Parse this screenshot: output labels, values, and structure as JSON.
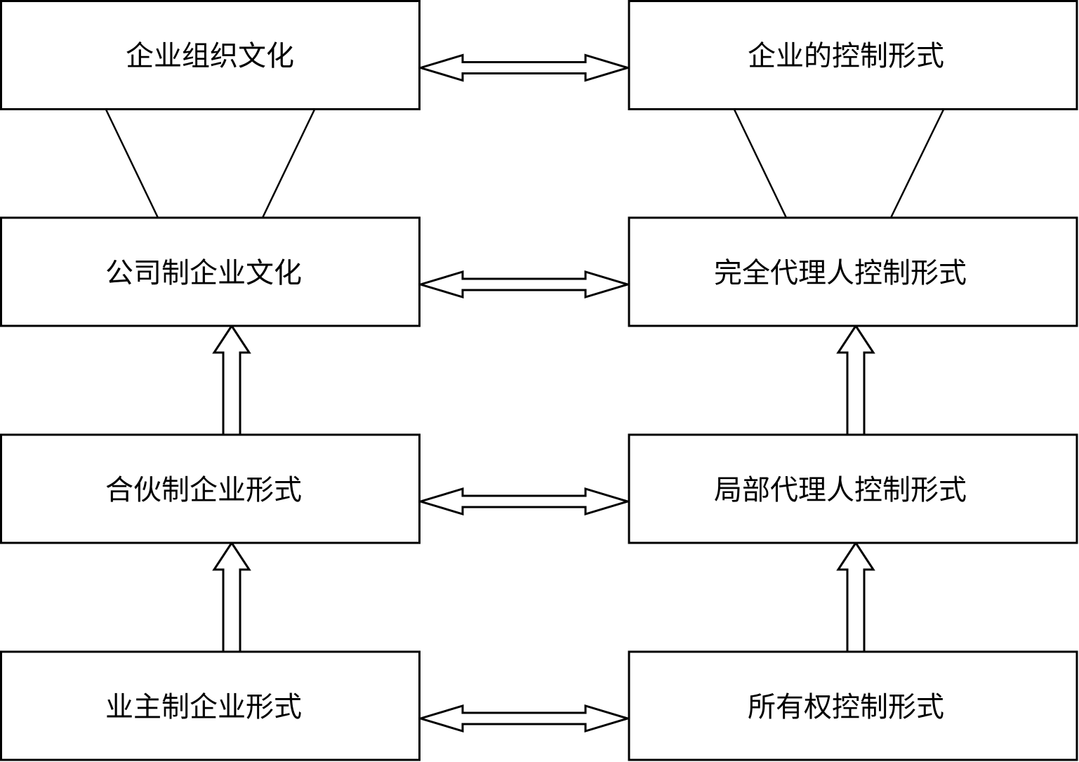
{
  "diagram": {
    "left_column": {
      "boxes": [
        {
          "id": "L0",
          "label": "企业组织文化"
        },
        {
          "id": "L1",
          "label": "公司制企业文化"
        },
        {
          "id": "L2",
          "label": "合伙制企业形式"
        },
        {
          "id": "L3",
          "label": "业主制企业形式"
        }
      ]
    },
    "right_column": {
      "boxes": [
        {
          "id": "R0",
          "label": "企业的控制形式"
        },
        {
          "id": "R1",
          "label": "完全代理人控制形式"
        },
        {
          "id": "R2",
          "label": "局部代理人控制形式"
        },
        {
          "id": "R3",
          "label": "所有权控制形式"
        }
      ]
    },
    "connections": [
      {
        "from": "L0",
        "to": "R0",
        "type": "double-arrow"
      },
      {
        "from": "L1",
        "to": "R1",
        "type": "double-arrow"
      },
      {
        "from": "L2",
        "to": "R2",
        "type": "double-arrow"
      },
      {
        "from": "L3",
        "to": "R3",
        "type": "double-arrow"
      },
      {
        "from": "L1",
        "to": "L0",
        "type": "trapezoid-lines"
      },
      {
        "from": "R1",
        "to": "R0",
        "type": "trapezoid-lines"
      },
      {
        "from": "L2",
        "to": "L1",
        "type": "up-arrow"
      },
      {
        "from": "L3",
        "to": "L2",
        "type": "up-arrow"
      },
      {
        "from": "R2",
        "to": "R1",
        "type": "up-arrow"
      },
      {
        "from": "R3",
        "to": "R2",
        "type": "up-arrow"
      }
    ]
  }
}
